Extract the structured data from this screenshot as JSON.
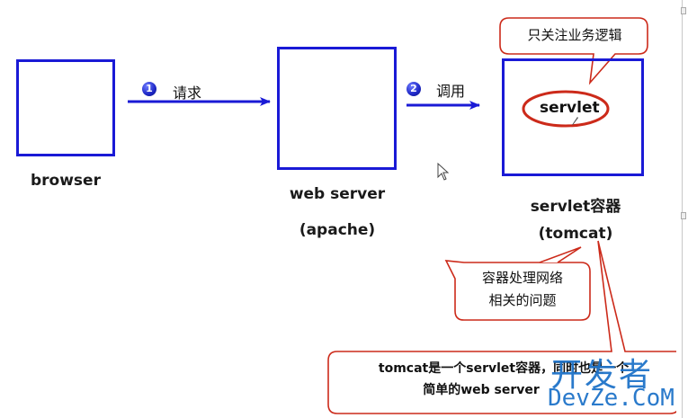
{
  "nodes": {
    "browser": {
      "label": "browser"
    },
    "web_server": {
      "label": "web server",
      "sublabel": "(apache)"
    },
    "servlet_container": {
      "label": "servlet容器",
      "sublabel": "(tomcat)",
      "inner_label": "servlet"
    }
  },
  "edges": [
    {
      "step": "1",
      "label": "请求"
    },
    {
      "step": "2",
      "label": "调用"
    }
  ],
  "callouts": {
    "business_logic": "只关注业务逻辑",
    "network_line1": "容器处理网络",
    "network_line2": "相关的问题",
    "tomcat_line1": "tomcat是一个servlet容器，同时也是一个",
    "tomcat_line2": "简单的web server"
  },
  "watermark": {
    "cn": "开发者",
    "en": "DevZe.CoM"
  },
  "colors": {
    "box": "#1a1ad6",
    "arrow": "#1a1ad6",
    "callout": "#cc2a1a",
    "watermark": "#1f73c9"
  }
}
